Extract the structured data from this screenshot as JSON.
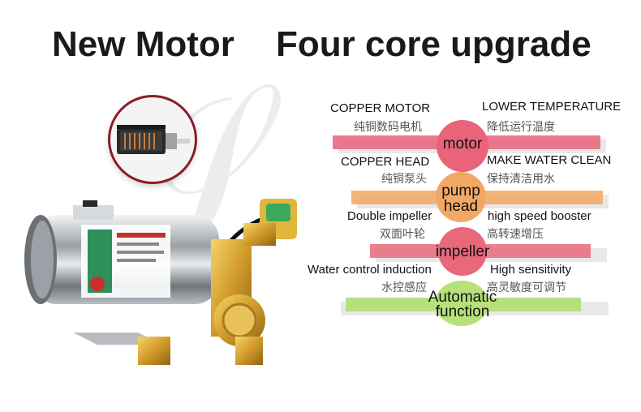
{
  "header": {
    "title_left": "New Motor",
    "title_right": "Four core upgrade"
  },
  "features": [
    {
      "en_left": "COPPER MOTOR",
      "cn_left": "纯铜数码电机",
      "en_right": "LOWER TEMPERATURE",
      "cn_right": "降低运行温度",
      "center_lines": [
        "motor"
      ],
      "band_color": "#e9637a",
      "circle_color": "#e9637a"
    },
    {
      "en_left": "COPPER HEAD",
      "cn_left": "纯铜泵头",
      "en_right": "MAKE WATER CLEAN",
      "cn_right": "保持清洁用水",
      "center_lines": [
        "pump",
        "head"
      ],
      "band_color": "#f2a865",
      "circle_color": "#f2a865"
    },
    {
      "en_left": "Double impeller",
      "cn_left": "双面叶轮",
      "en_right": "high speed booster",
      "cn_right": "高转速增压",
      "center_lines": [
        "impeller"
      ],
      "band_color": "#e9687a",
      "circle_color": "#e9687a"
    },
    {
      "en_left": "Water control induction",
      "cn_left": "水控感应",
      "en_right": "High sensitivity",
      "cn_right": "高灵敏度可调节",
      "center_lines": [
        "Automatic",
        "function"
      ],
      "band_color": "#b7e07a",
      "circle_color": "#b7e07a"
    }
  ],
  "colors": {
    "title": "#1a1a1a",
    "inset_ring": "#8a1d2a",
    "brass": "#d4a93a",
    "steel": "#c9ccd0"
  },
  "icons": [
    "motor-inset-image",
    "water-pump-image"
  ]
}
